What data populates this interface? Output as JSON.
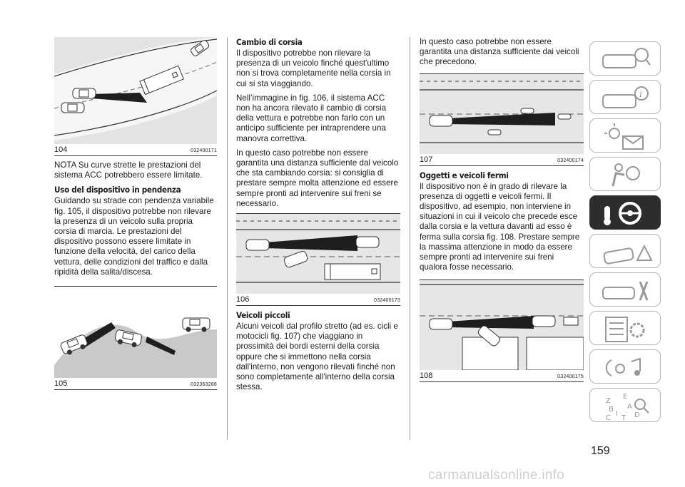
{
  "figures": {
    "f104": {
      "num": "104",
      "code": "032400171"
    },
    "f105": {
      "num": "105",
      "code": "032363288"
    },
    "f106": {
      "num": "106",
      "code": "032400173"
    },
    "f107": {
      "num": "107",
      "code": "032400174"
    },
    "f108": {
      "num": "108",
      "code": "032400175"
    }
  },
  "col1": {
    "nota": "NOTA Su curve strette le prestazioni del sistema ACC potrebbero essere limitate.",
    "heading": "Uso del dispositivo in pendenza",
    "body": "Guidando su strade con pendenza variabile fig. 105, il dispositivo potrebbe non rilevare la presenza di un veicolo sulla propria corsia di marcia. Le prestazioni del dispositivo possono essere limitate in funzione della velocità, del carico della vettura, delle condizioni del traffico e dalla ripidità della salita/discesa."
  },
  "col2": {
    "heading1": "Cambio di corsia",
    "p1": "Il dispositivo potrebbe non rilevare la presenza di un veicolo finché quest'ultimo non si trova completamente nella corsia in cui si sta viaggiando.",
    "p2": "Nell’immagine in fig. 106, il sistema ACC non ha ancora rilevato il cambio di corsia della vettura e potrebbe non farlo con un anticipo sufficiente per intraprendere una manovra correttiva.",
    "p3": "In questo caso potrebbe non essere garantita una distanza sufficiente dal veicolo che sta cambiando corsia: si consiglia di prestare sempre molta attenzione ed essere sempre pronti ad intervenire sui freni se necessario.",
    "heading2": "Veicoli piccoli",
    "p4": "Alcuni veicoli dal profilo stretto (ad es. cicli e motocicli fig. 107) che viaggiano in prossimità dei bordi esterni della corsia oppure che si immettono nella corsia dall'interno, non vengono rilevati finché non sono completamente all'interno della corsia stessa."
  },
  "col3": {
    "p1": "In questo caso potrebbe non essere garantita una distanza sufficiente dai veicoli che precedono.",
    "heading": "Oggetti e veicoli fermi",
    "p2": "Il dispositivo non è in grado di rilevare la presenza di oggetti e veicoli fermi. Il dispositivo, ad esempio, non interviene in situazioni in cui il veicolo che precede esce dalla corsia e la vettura davanti ad esso è ferma sulla corsia fig. 108. Prestare sempre la massima attenzione in modo da essere sempre pronti ad intervenire sui freni qualora fosse necessario."
  },
  "sidebar": {
    "items": [
      {
        "icon": "car-dashboard-icon",
        "active": false
      },
      {
        "icon": "car-info-icon",
        "active": false
      },
      {
        "icon": "warning-lights-message-icon",
        "active": false
      },
      {
        "icon": "safety-airbag-icon",
        "active": false
      },
      {
        "icon": "key-steering-wheel-icon",
        "active": true
      },
      {
        "icon": "car-emergency-icon",
        "active": false
      },
      {
        "icon": "car-maintenance-icon",
        "active": false
      },
      {
        "icon": "technical-data-icon",
        "active": false
      },
      {
        "icon": "multimedia-icon",
        "active": false
      },
      {
        "icon": "alphabetical-index-icon",
        "active": false
      }
    ],
    "index_letters": [
      "Z",
      "E",
      "B",
      "A",
      "I",
      "C",
      "T",
      "D"
    ]
  },
  "page_number": "159",
  "watermark": "carmanualsonline.info"
}
